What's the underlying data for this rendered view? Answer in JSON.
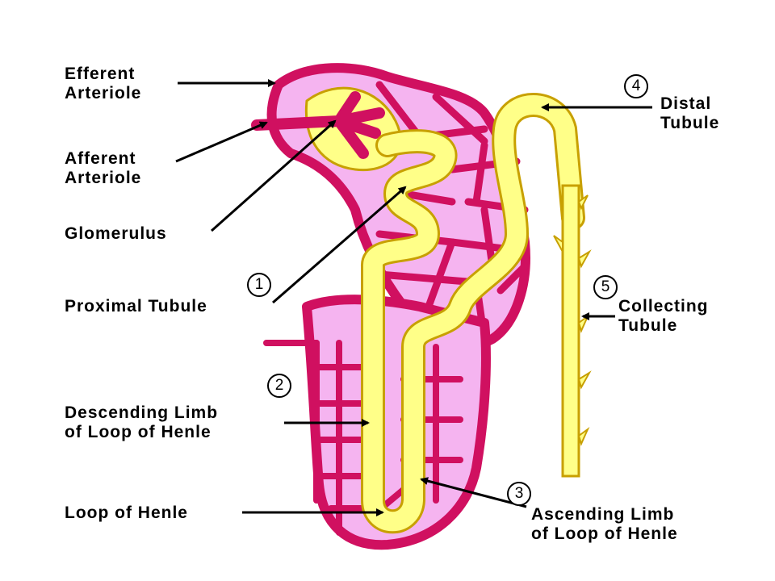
{
  "colors": {
    "capillary": "#d01060",
    "interstitial": "#f5b4f0",
    "tubule": "#ffff88",
    "tubule_outline": "#c8a000",
    "arrow": "#000000",
    "background": "#ffffff"
  },
  "labels": {
    "efferent_arteriole": [
      "Efferent",
      "Arteriole"
    ],
    "afferent_arteriole": [
      "Afferent",
      "Arteriole"
    ],
    "glomerulus": "Glomerulus",
    "proximal_tubule": "Proximal Tubule",
    "descending_limb": [
      "Descending Limb",
      "of Loop of Henle"
    ],
    "loop_of_henle": "Loop of Henle",
    "ascending_limb": [
      "Ascending Limb",
      "of Loop of Henle"
    ],
    "distal_tubule": [
      "Distal",
      "Tubule"
    ],
    "collecting_tubule": [
      "Collecting",
      "Tubule"
    ]
  },
  "markers": {
    "proximal": "1",
    "descending": "2",
    "ascending": "3",
    "distal": "4",
    "collecting": "5"
  }
}
